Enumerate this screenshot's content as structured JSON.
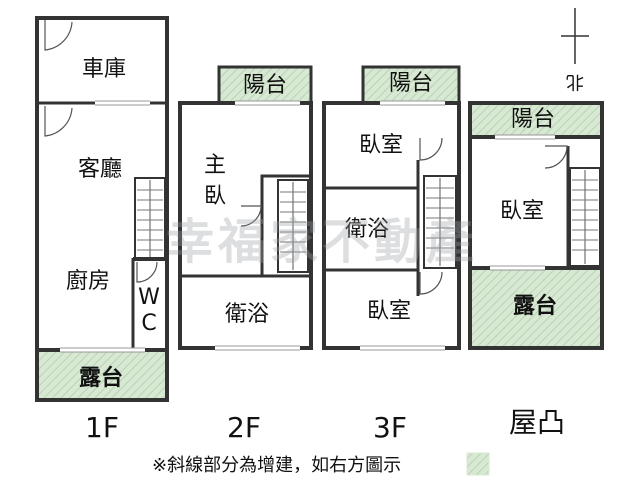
{
  "colors": {
    "wall": "#333333",
    "extension_fill": "#d7e8d3",
    "stair_line": "#555555",
    "watermark": "#9aa0a6"
  },
  "watermark": "幸福家不動產",
  "north_arrow": {
    "label": "北",
    "icon": "north-arrow-icon"
  },
  "note": {
    "text": "※斜線部分為增建，如右方圖示",
    "legend_icon": "hatched-swatch-icon"
  },
  "floors": [
    {
      "id": "1f",
      "label": "1F",
      "rooms": {
        "garage": "車庫",
        "living": "客廳",
        "kitchen": "廚房",
        "wc_w": "W",
        "wc_c": "C",
        "balcony": "露台"
      }
    },
    {
      "id": "2f",
      "label": "2F",
      "rooms": {
        "balcony": "陽台",
        "master_1": "主",
        "master_2": "臥",
        "bath": "衛浴"
      }
    },
    {
      "id": "3f",
      "label": "3F",
      "rooms": {
        "balcony": "陽台",
        "bedroom_top": "臥室",
        "bath": "衛浴",
        "bedroom_bottom": "臥室"
      }
    },
    {
      "id": "roof",
      "label": "屋凸",
      "rooms": {
        "balcony": "陽台",
        "bedroom": "臥室",
        "terrace": "露台"
      }
    }
  ]
}
